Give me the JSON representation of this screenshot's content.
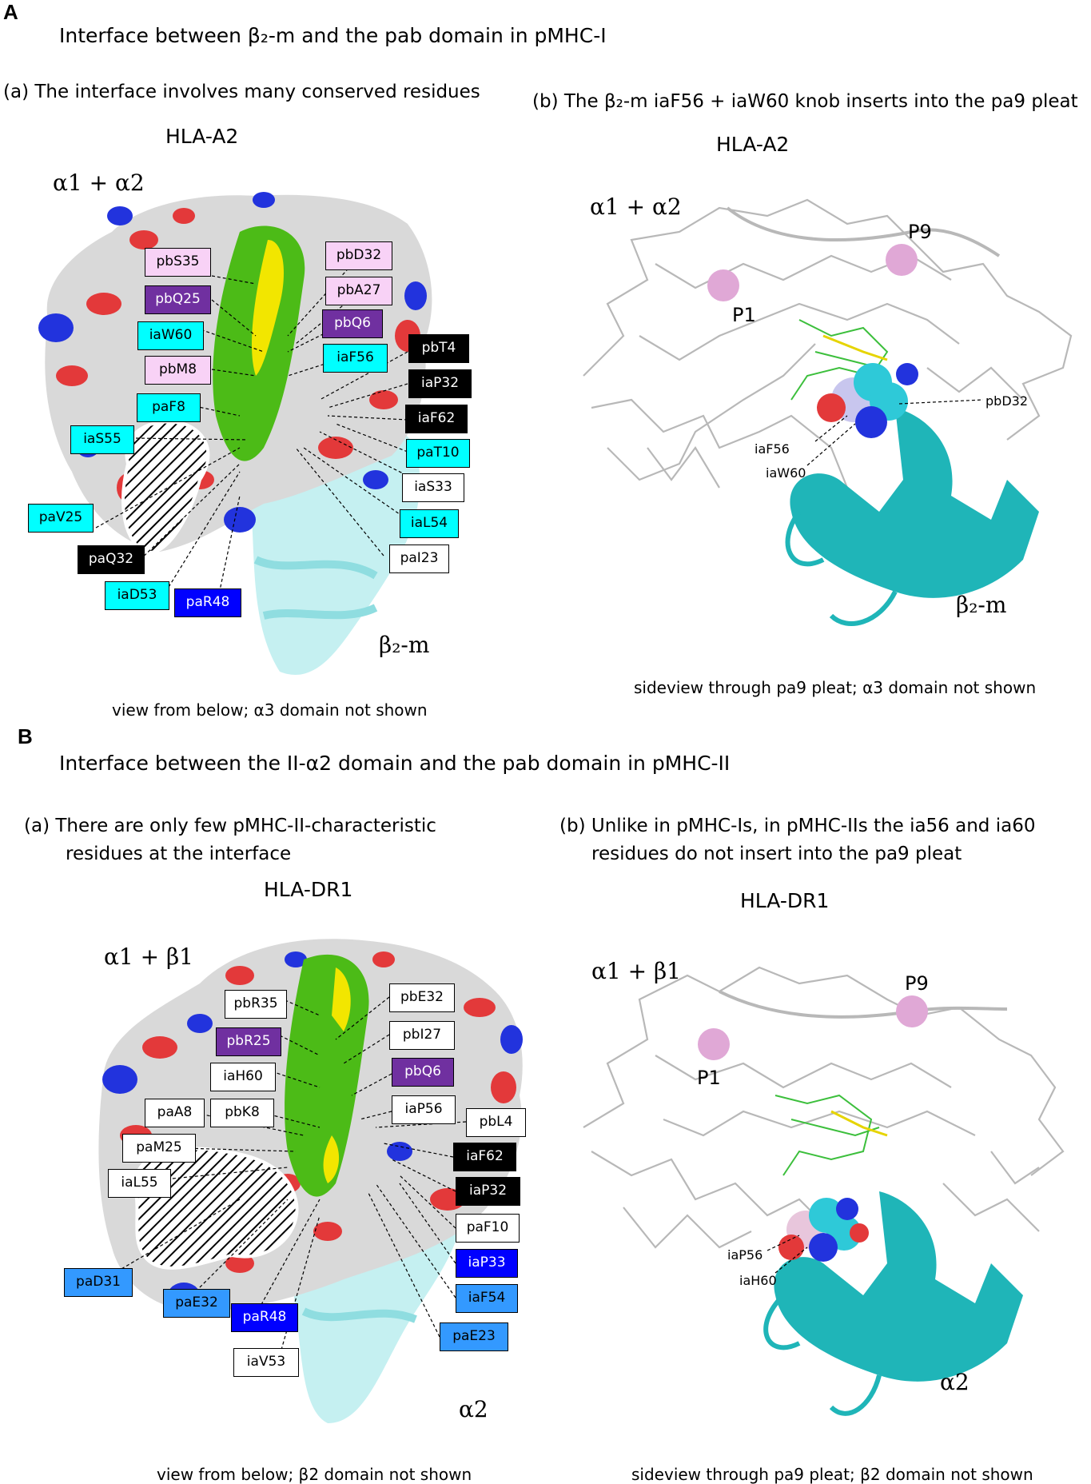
{
  "panelA": {
    "letter": "A",
    "title": "Interface between β₂-m and the pab domain in pMHC-I",
    "sub_a": "(a)  The interface involves many conserved residues",
    "sub_b": "(b)  The β₂-m iaF56 + iaW60 knob inserts into the pa9 pleat",
    "left_name": "HLA-A2",
    "right_name": "HLA-A2",
    "left_domain": "α1 + α2",
    "right_domain": "α1 + α2",
    "left_b2m": "β₂-m",
    "right_b2m": "β₂-m",
    "p1": "P1",
    "p9": "P9",
    "caption_left": "view from below; α3 domain not shown",
    "caption_right": "sideview through pa9 pleat; α3 domain not shown",
    "labels": [
      "pbS35",
      "pbQ25",
      "iaW60",
      "pbM8",
      "paF8",
      "iaS55",
      "paV25",
      "paQ32",
      "iaD53",
      "paR48",
      "pbD32",
      "pbA27",
      "pbQ6",
      "iaF56",
      "pbT4",
      "iaP32",
      "iaF62",
      "paT10",
      "iaS33",
      "iaL54",
      "paI23"
    ],
    "right_small": [
      "pbD32",
      "iaF56",
      "iaW60"
    ]
  },
  "panelB": {
    "letter": "B",
    "title": "Interface between the II-α2 domain and the pab domain in pMHC-II",
    "sub_a_1": "(a)   There are only few pMHC-II-characteristic",
    "sub_a_2": "residues at the interface",
    "sub_b_1": "(b)  Unlike in pMHC-Is, in pMHC-IIs the ia56 and ia60",
    "sub_b_2": "residues do not insert into the pa9 pleat",
    "left_name": "HLA-DR1",
    "right_name": "HLA-DR1",
    "left_domain": "α1 + β1",
    "right_domain": "α1 + β1",
    "left_a2": "α2",
    "right_a2": "α2",
    "p1": "P1",
    "p9": "P9",
    "caption_left": "view from below; β2 domain not shown",
    "caption_right": "sideview through pa9 pleat; β2 domain not shown",
    "labels": [
      "pbR35",
      "pbR25",
      "iaH60",
      "paA8",
      "pbK8",
      "paM25",
      "iaL55",
      "paD31",
      "paE32",
      "paR48",
      "iaV53",
      "pbE32",
      "pbI27",
      "pbQ6",
      "iaP56",
      "pbL4",
      "iaF62",
      "iaP32",
      "paF10",
      "iaP33",
      "iaF54",
      "paE23"
    ],
    "right_small": [
      "iaP56",
      "iaH60"
    ]
  },
  "colors": {
    "pink": "#f8d2f6",
    "purple": "#7030a0",
    "cyan": "#00ffff",
    "black": "#000000",
    "white": "#ffffff",
    "blue": "#0000ff",
    "light_blue": "#3399ff",
    "ribbon": "#1fb5b8",
    "surface_red": "#e3393a",
    "surface_blue": "#2233dd",
    "surface_green": "#4cbb17"
  }
}
